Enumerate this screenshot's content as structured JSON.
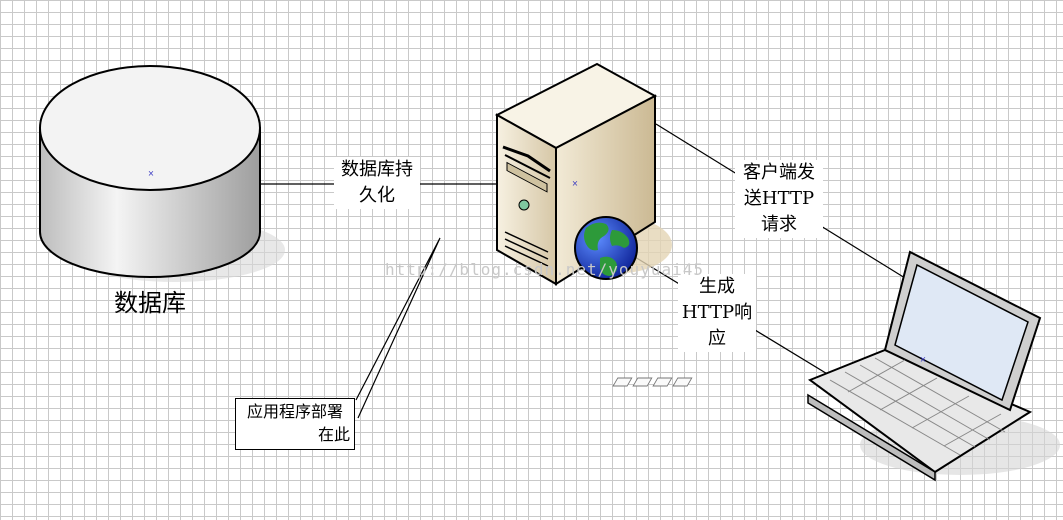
{
  "nodes": {
    "database": {
      "label": "数据库"
    },
    "server": {
      "label": ""
    },
    "laptop": {
      "label": ""
    }
  },
  "edges": {
    "db_to_server": {
      "label_line1": "数据库持",
      "label_line2": "久化"
    },
    "laptop_to_server": {
      "label_line1": "客户端发",
      "label_line2": "送HTTP",
      "label_line3": "请求"
    },
    "server_to_laptop": {
      "label_line1": "生成",
      "label_line2": "HTTP响",
      "label_line3": "应"
    }
  },
  "callout": {
    "line1": "应用程序部署",
    "line2": "在此"
  },
  "watermark": "http://blog.csdn.net/youyuai45",
  "colors": {
    "grid": "#c9c9c9",
    "db_fill": "#e6e6e6",
    "server_fill": "#e9dfc8",
    "globe_water": "#1c3fd0",
    "globe_land": "#2d9a3a",
    "laptop_screen": "#dfe8f5"
  }
}
